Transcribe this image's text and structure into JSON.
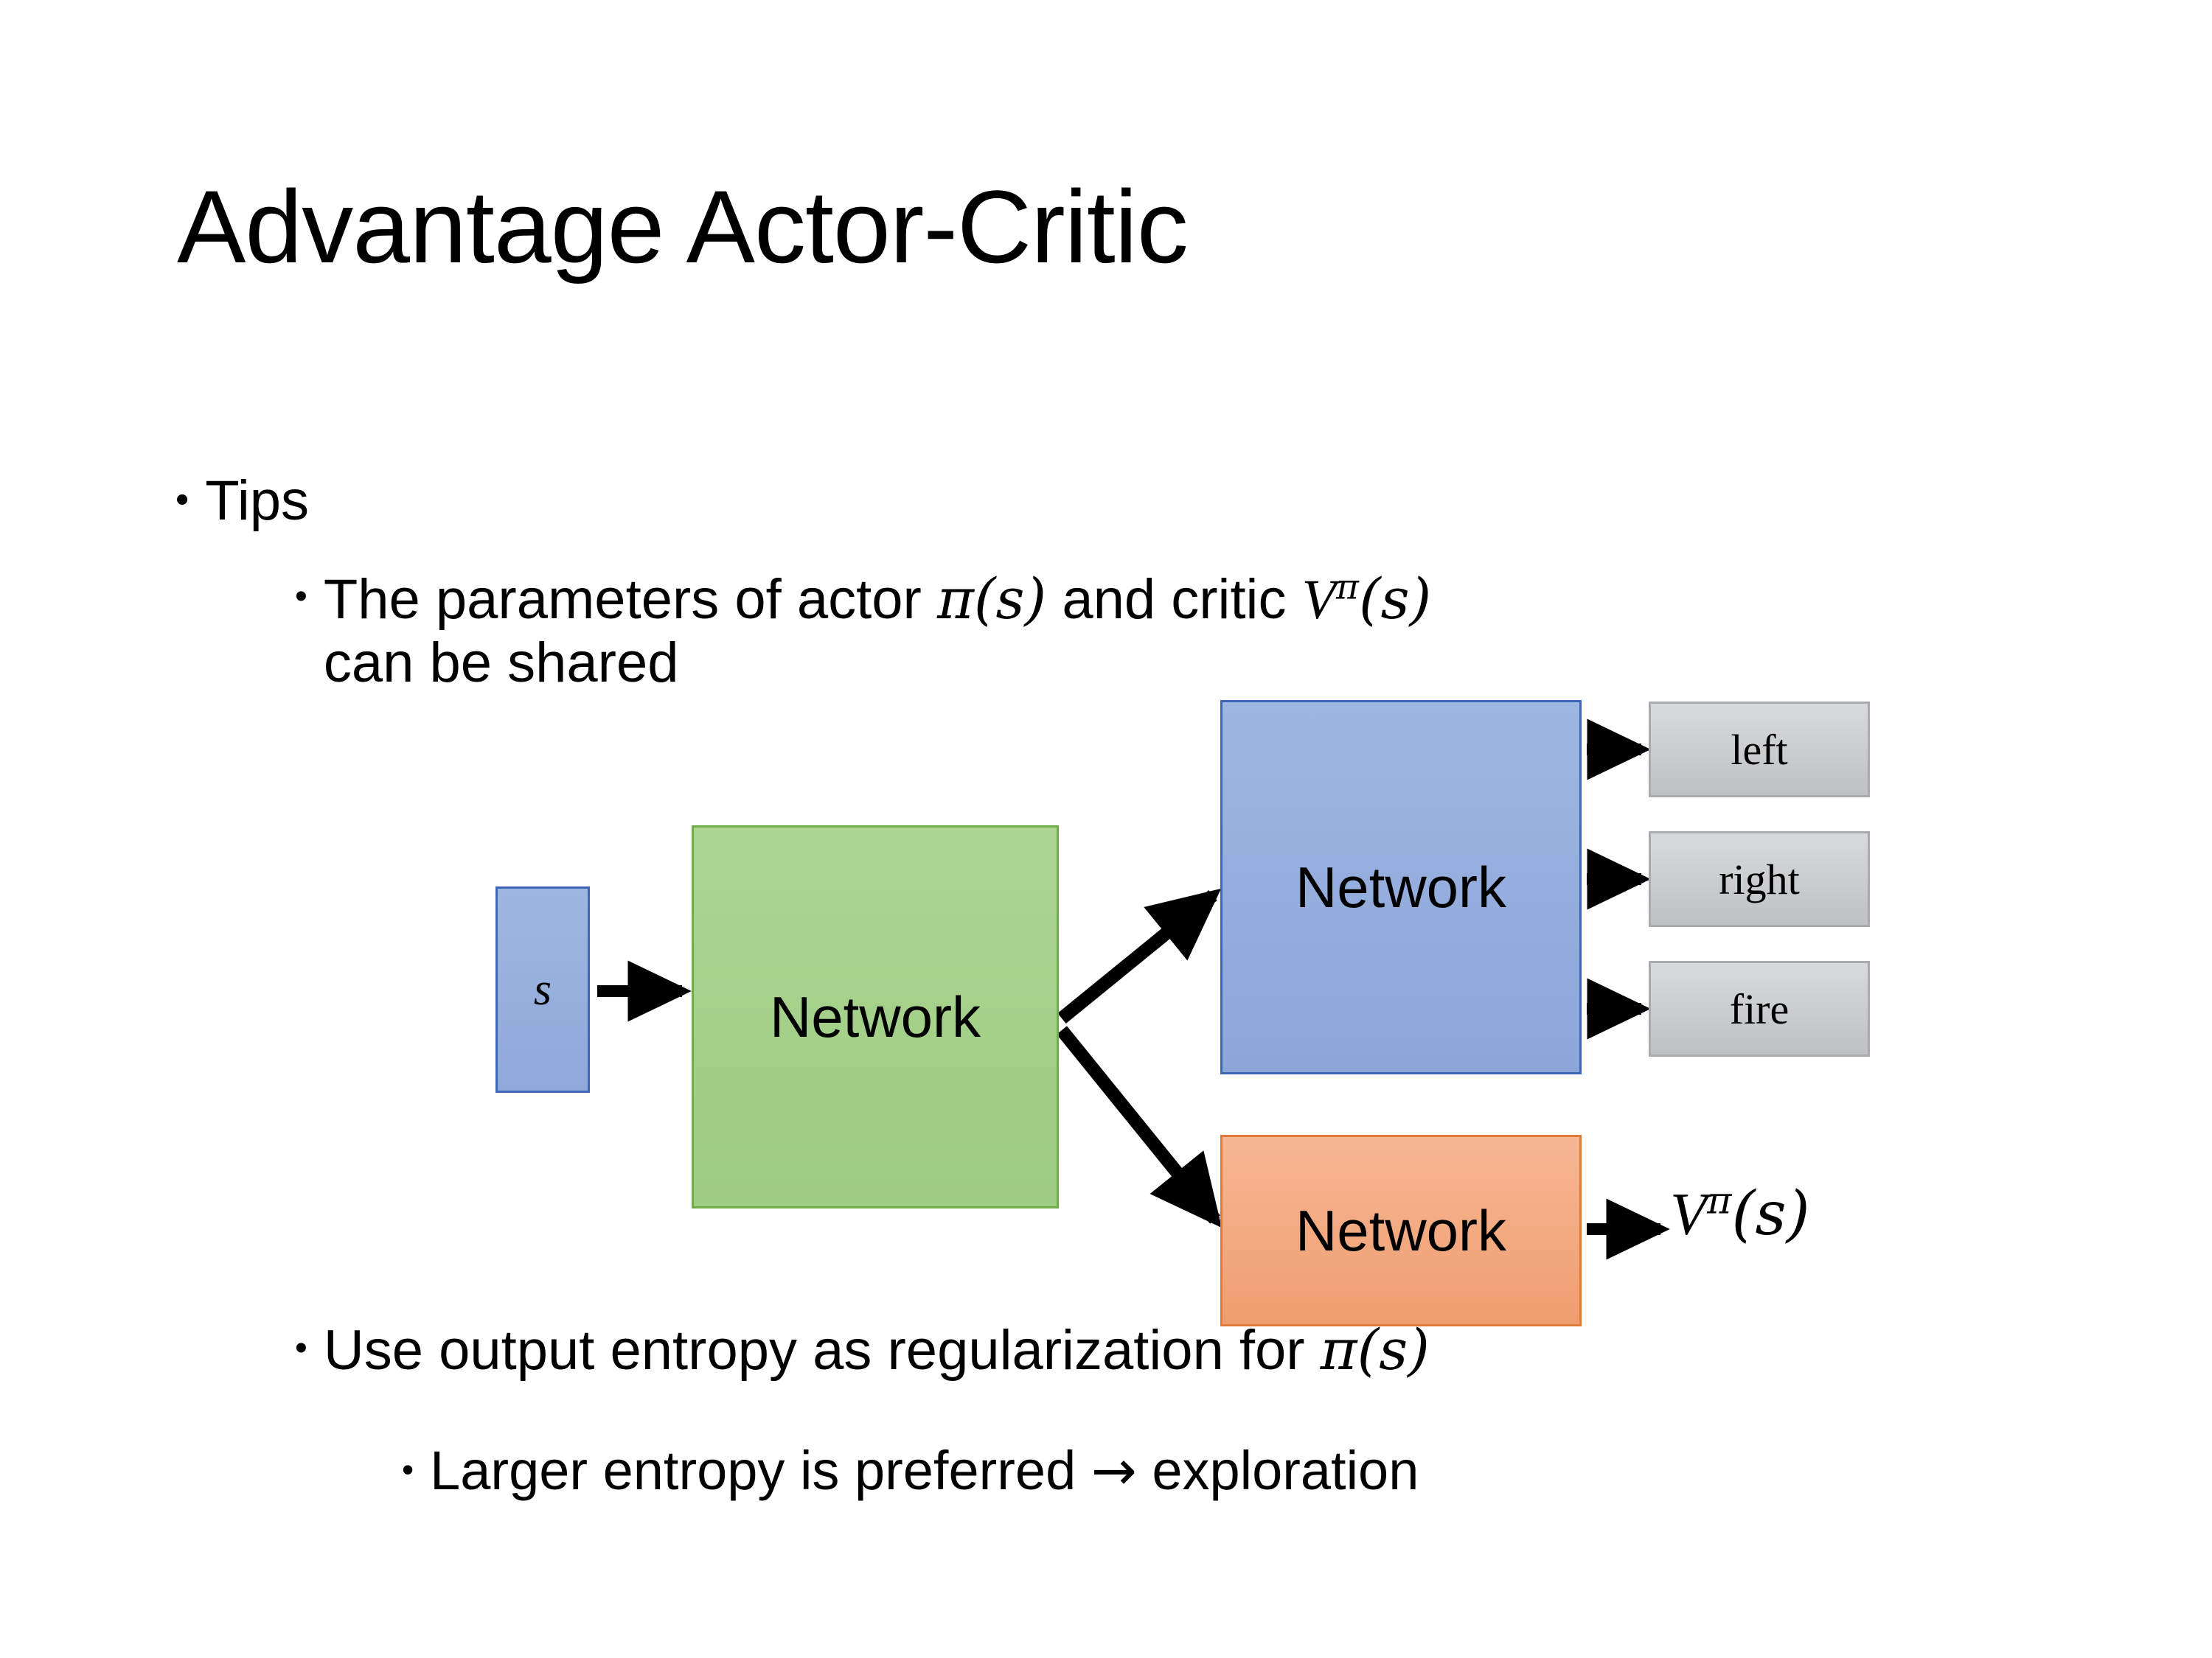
{
  "slide": {
    "title": "Advantage Actor-Critic",
    "background_color": "#FFFFFF"
  },
  "bullets": {
    "tips": {
      "marker": "•",
      "label": "Tips"
    },
    "shared_params": {
      "marker": "•",
      "line1_prefix": "The parameters of actor ",
      "actor_symbol": "π(s)",
      "line1_middle": "  and critic ",
      "critic_symbol_base": "V",
      "critic_symbol_sup": "π",
      "critic_symbol_arg": "(s)",
      "line2": "can be shared"
    },
    "entropy": {
      "marker": "•",
      "prefix": "Use output entropy as regularization for ",
      "symbol": "π(s)"
    },
    "larger_entropy": {
      "marker": "•",
      "prefix": "Larger entropy is preferred ",
      "arrow": "→",
      "suffix": " exploration"
    }
  },
  "diagram": {
    "state_box": {
      "label": "s",
      "fill": "#9AB1DE",
      "border": "#3E68B5"
    },
    "shared_network": {
      "label": "Network",
      "fill": "#A8D08D",
      "border": "#70AD47"
    },
    "actor_network": {
      "label": "Network",
      "fill": "#95AEDC",
      "border": "#3E68B5"
    },
    "critic_network": {
      "label": "Network",
      "fill": "#F4AF8A",
      "border": "#E07C39"
    },
    "action_outputs": [
      {
        "label": "left",
        "fill": "#CACDCE",
        "border": "#A9ACAE"
      },
      {
        "label": "right",
        "fill": "#CACDCE",
        "border": "#A9ACAE"
      },
      {
        "label": "fire",
        "fill": "#CACDCE",
        "border": "#A9ACAE"
      }
    ],
    "value_output": {
      "base": "V",
      "sup": "π",
      "arg": "(s)"
    },
    "arrow_color": "#000000"
  }
}
